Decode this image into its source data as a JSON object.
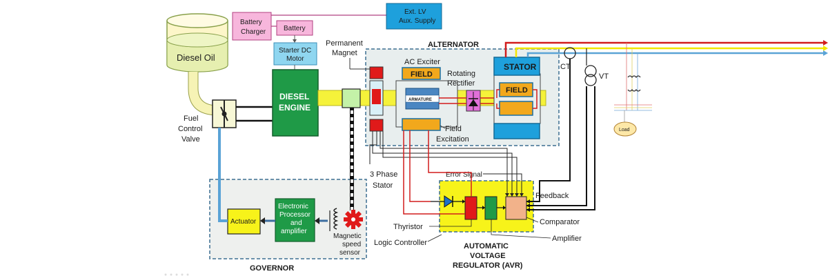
{
  "diagram": {
    "tank": {
      "label": "Diesel Oil"
    },
    "battery_charger": {
      "line1": "Battery",
      "line2": "Charger"
    },
    "battery": {
      "label": "Battery"
    },
    "ext_supply": {
      "line1": "Ext. LV",
      "line2": "Aux. Supply"
    },
    "starter_motor": {
      "line1": "Starter DC",
      "line2": "Motor"
    },
    "engine": {
      "line1": "DIESEL",
      "line2": "ENGINE"
    },
    "fuel_valve": {
      "line1": "Fuel",
      "line2": "Control",
      "line3": "Valve"
    },
    "permanent_magnet": {
      "line1": "Permanent",
      "line2": "Magnet"
    },
    "alternator": {
      "title": "ALTERNATOR"
    },
    "ac_exciter": {
      "label": "AC Exciter"
    },
    "field_top": {
      "label": "FIELD"
    },
    "armature": {
      "label": "ARMATURE"
    },
    "rotating_rectifier": {
      "line1": "Rotating",
      "line2": "Rectifier"
    },
    "stator": {
      "label": "STATOR"
    },
    "field_main": {
      "label": "FIELD"
    },
    "field_excitation": {
      "line1": "Field",
      "line2": "Excitation"
    },
    "ct": {
      "label": "CT"
    },
    "vt": {
      "label": "VT"
    },
    "load": {
      "label": "Load"
    },
    "three_phase_stator": {
      "line1": "3 Phase",
      "line2": "Stator"
    },
    "error_signal": {
      "label": "Error Signal"
    },
    "feedback": {
      "label": "Feedback"
    },
    "comparator": {
      "label": "Comparator"
    },
    "amplifier": {
      "label": "Amplifier"
    },
    "thyristor": {
      "label": "Thyristor"
    },
    "logic_controller": {
      "label": "Logic Controller"
    },
    "avr": {
      "line1": "AUTOMATIC",
      "line2": "VOLTAGE",
      "line3": "REGULATOR (AVR)"
    },
    "governor": {
      "title": "GOVERNOR"
    },
    "actuator": {
      "label": "Actuator"
    },
    "processor": {
      "line1": "Electronic",
      "line2": "Processor",
      "line3": "and",
      "line4": "amplifier"
    },
    "speed_sensor": {
      "line1": "Magnetic",
      "line2": "speed",
      "line3": "sensor"
    }
  },
  "colors": {
    "tank_fill": "#fdf6c9",
    "tank_oil": "#e6efb0",
    "engine": "#1f9a47",
    "battery_pink": "#f7b6dc",
    "starter_blue": "#8fd6f0",
    "shaft_yellow": "#f5f23a",
    "alternator_bg": "#e8eeee",
    "avr_yellow": "#f7f31a",
    "field_orange": "#f2a81c",
    "stator_blue": "#1ea0dc",
    "line_red": "#d21c1c",
    "line_blue": "#5aa3d6",
    "line_yellow": "#f2e600"
  }
}
